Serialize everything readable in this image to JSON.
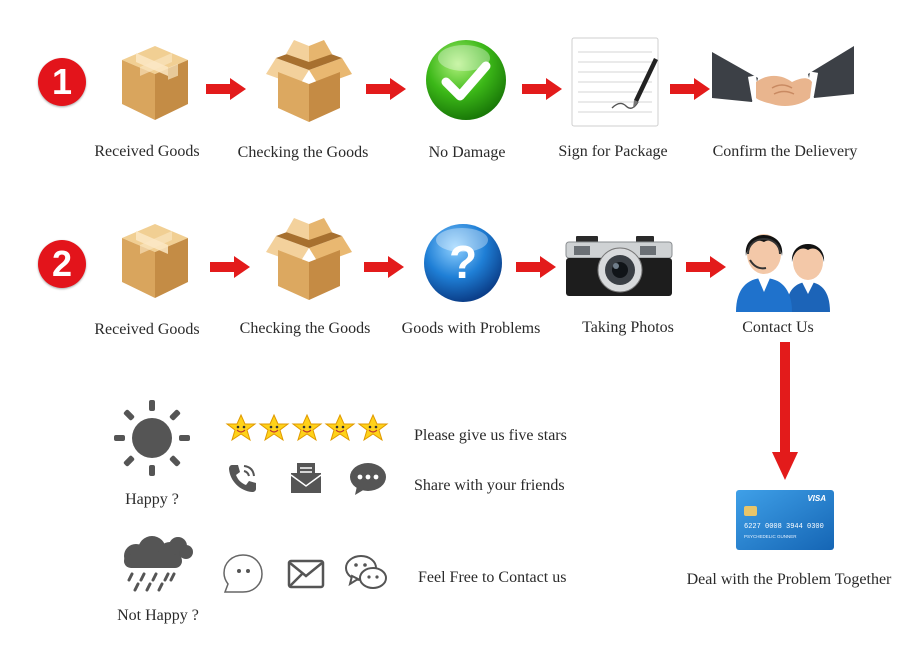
{
  "colors": {
    "arrow": "#e31b1b",
    "badge": "#e3141b",
    "icon_gray": "#555555"
  },
  "row1": {
    "number": "1",
    "steps": [
      {
        "label": "Received Goods",
        "icon": "closed-box-icon"
      },
      {
        "label": "Checking the Goods",
        "icon": "open-box-icon"
      },
      {
        "label": "No Damage",
        "icon": "green-check-icon"
      },
      {
        "label": "Sign for Package",
        "icon": "signature-paper-icon"
      },
      {
        "label": "Confirm the Delievery",
        "icon": "handshake-icon"
      }
    ]
  },
  "row2": {
    "number": "2",
    "steps": [
      {
        "label": "Received Goods",
        "icon": "closed-box-icon"
      },
      {
        "label": "Checking the Goods",
        "icon": "open-box-icon"
      },
      {
        "label": "Goods with Problems",
        "icon": "question-icon"
      },
      {
        "label": "Taking Photos",
        "icon": "camera-icon"
      },
      {
        "label": "Contact Us",
        "icon": "support-people-icon"
      }
    ]
  },
  "feedback": {
    "happy_label": "Happy ?",
    "not_happy_label": "Not Happy ?",
    "five_stars_text": "Please  give us  five stars",
    "share_text": "Share with your friends",
    "contact_text": "Feel Free to Contact us"
  },
  "resolution": {
    "label": "Deal with the Problem Together",
    "card_brand": "VISA",
    "card_number": "6227 0008 3944 0300",
    "card_holder": "PSYCHEDELIC GUNNER"
  }
}
